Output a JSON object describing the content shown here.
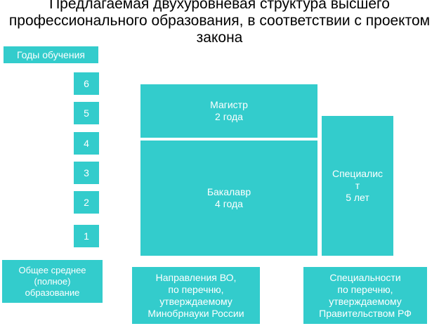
{
  "title": "Предлагаемая двухуровневая структура высшего профессионального образования, в соответствии с проектом закона",
  "years_label": "Годы обучения",
  "years": [
    "6",
    "5",
    "4",
    "3",
    "2",
    "1"
  ],
  "master": "Магистр\n2 года",
  "bachelor": "Бакалавр\n4 года",
  "specialist": "Специалис\nт\n5 лет",
  "general_education": "Общее среднее\n(полное)\nобразование",
  "directions": "Направления ВО,\nпо перечню,\nутверждаемому\nМинобрнауки России",
  "specialties": "Специальности\nпо перечню,\nутверждаемому\nПравительством РФ",
  "colors": {
    "box": "#33cccc",
    "text": "#ffffff"
  }
}
